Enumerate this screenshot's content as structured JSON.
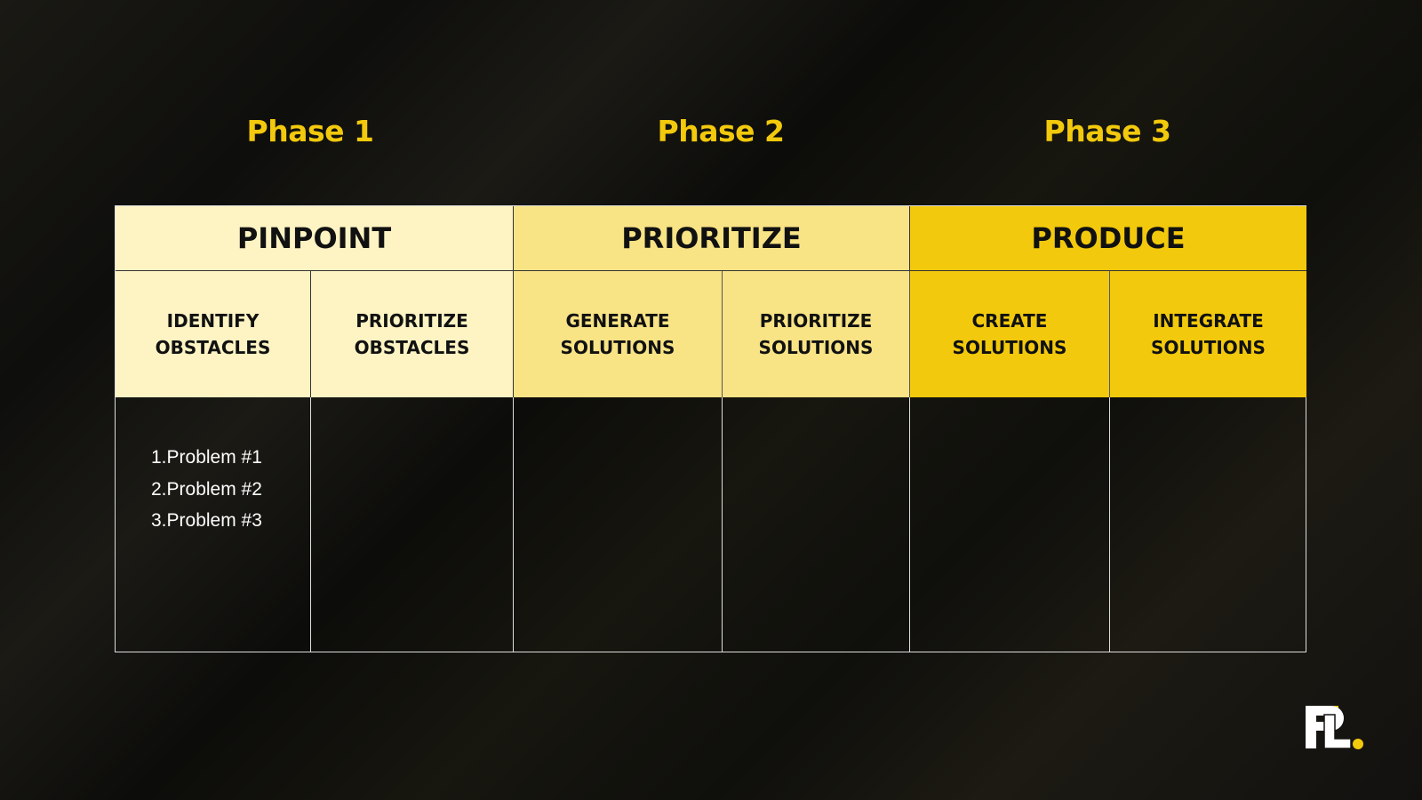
{
  "phases": [
    "Phase 1",
    "Phase 2",
    "Phase 3"
  ],
  "stages": [
    "PINPOINT",
    "PRIORITIZE",
    "PRODUCE"
  ],
  "steps": [
    [
      "IDENTIFY",
      "OBSTACLES"
    ],
    [
      "PRIORITIZE",
      "OBSTACLES"
    ],
    [
      "GENERATE",
      "SOLUTIONS"
    ],
    [
      "PRIORITIZE",
      "SOLUTIONS"
    ],
    [
      "CREATE",
      "SOLUTIONS"
    ],
    [
      "INTEGRATE",
      "SOLUTIONS"
    ]
  ],
  "problems": [
    "1.Problem #1",
    "2.Problem #2",
    "3.Problem #3"
  ],
  "logo": "PL.",
  "colors": {
    "accent": "#f2c90c",
    "light": "#fdf3c3",
    "mid": "#f8e385",
    "background": "#141310"
  }
}
